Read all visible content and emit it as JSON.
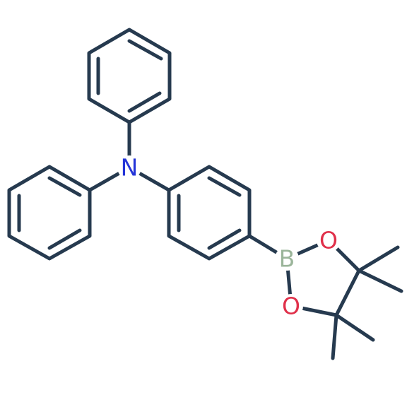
{
  "atoms": {
    "nitrogen": {
      "symbol": "N",
      "color": "#2434d8"
    },
    "boron": {
      "symbol": "B",
      "color": "#9bb59a"
    },
    "oxygen_1": {
      "symbol": "O",
      "color": "#e0304a"
    },
    "oxygen_2": {
      "symbol": "O",
      "color": "#e0304a"
    }
  },
  "colors": {
    "bond": "#263a4f",
    "background": "#ffffff"
  }
}
